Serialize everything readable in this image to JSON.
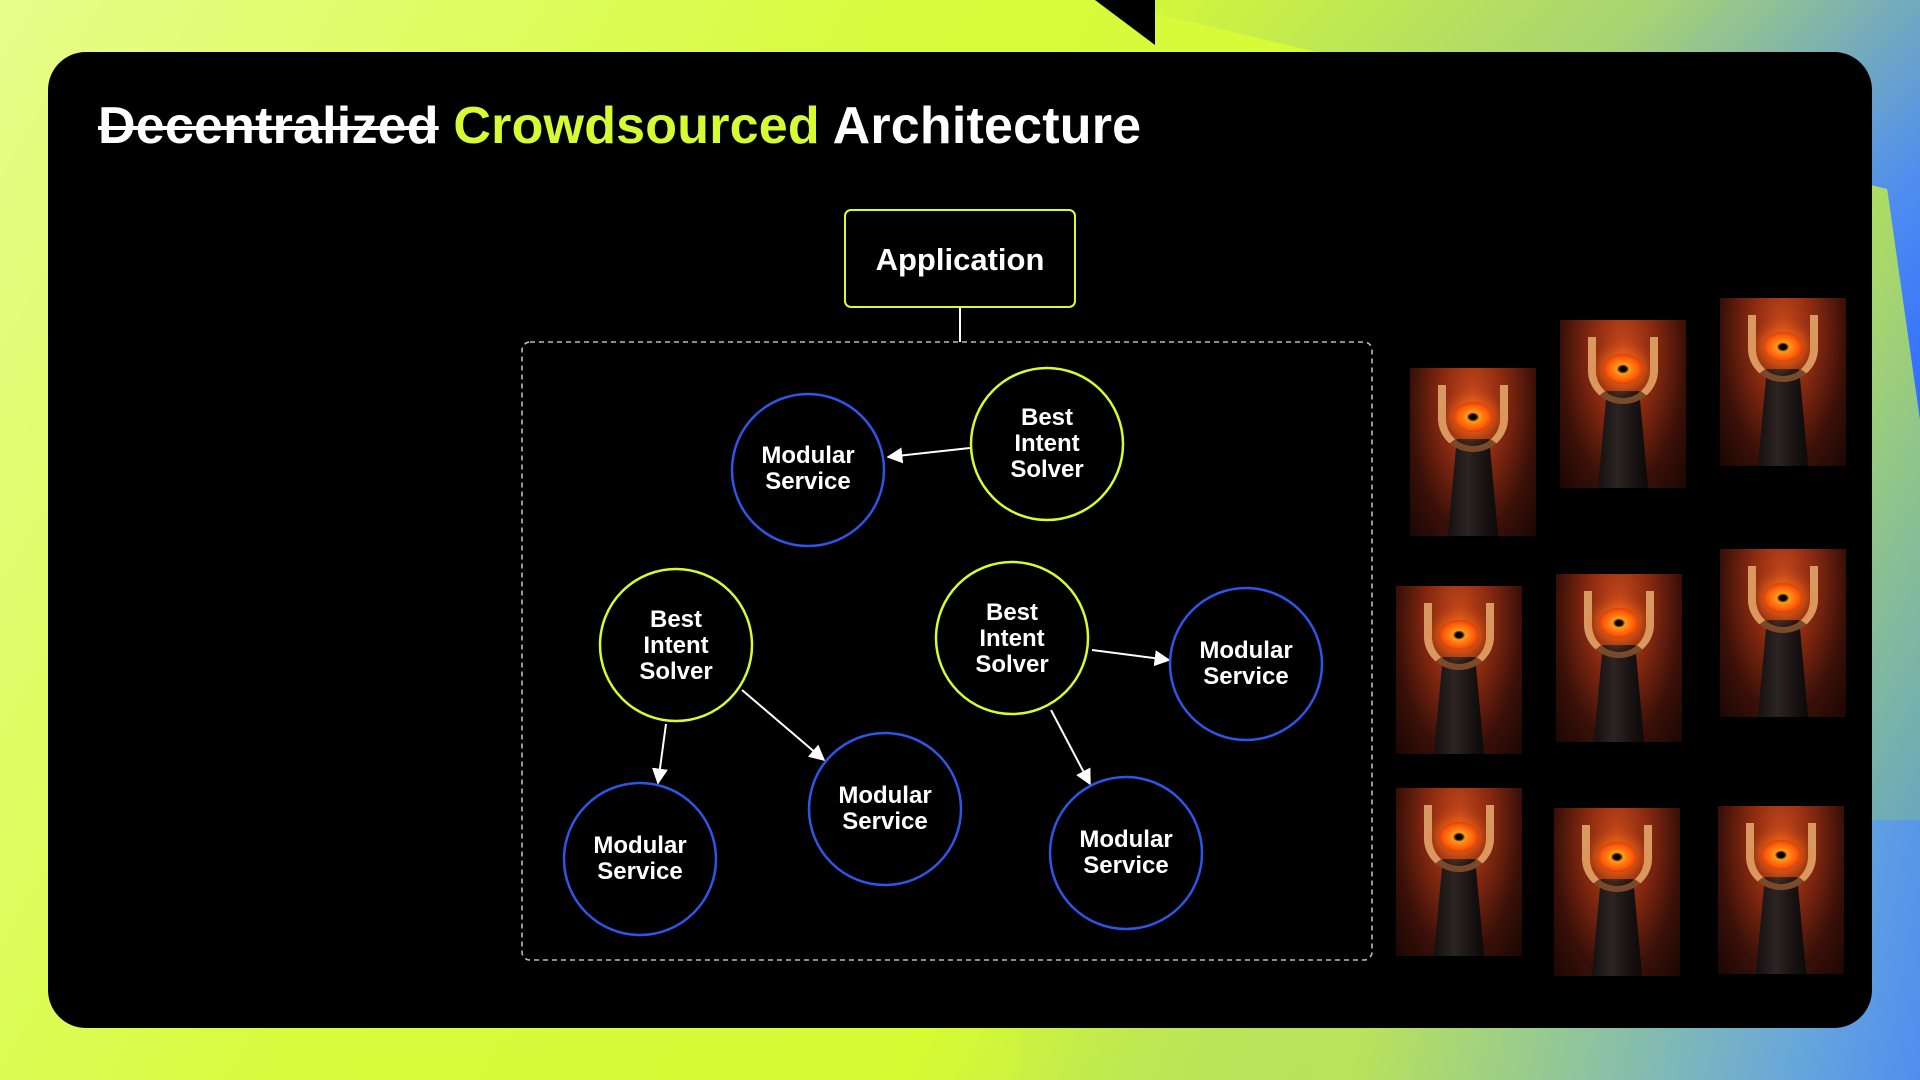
{
  "title": {
    "struck": "Decentralized",
    "accent": "Crowdsourced",
    "rest": "Architecture"
  },
  "diagram": {
    "application": "Application",
    "solver": [
      "Best",
      "Intent",
      "Solver"
    ],
    "service": [
      "Modular",
      "Service"
    ]
  },
  "colors": {
    "accent": "#d6fb33",
    "service_ring": "#2f55e8",
    "solver_ring": "#d6fb33",
    "background": "#000000"
  },
  "eye_images_icon": "eye-of-sauron-image"
}
